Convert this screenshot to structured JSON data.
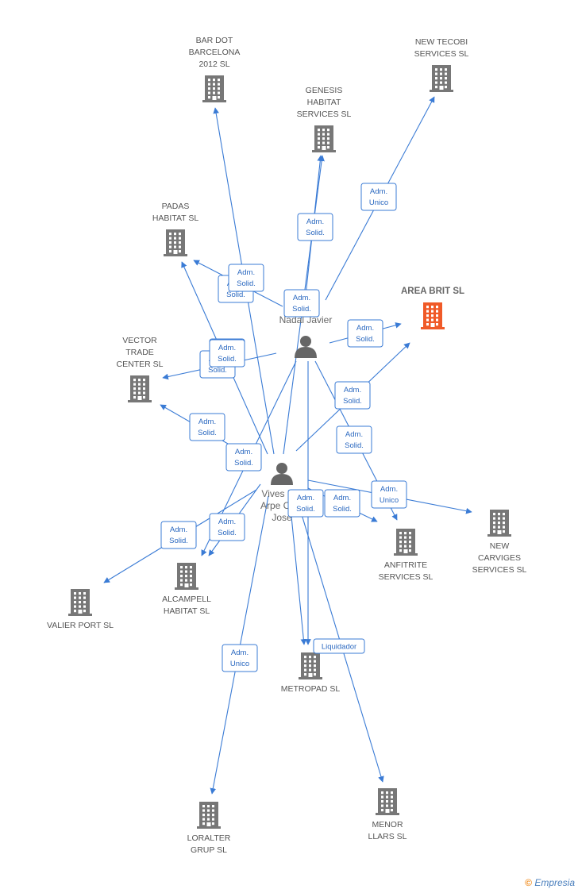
{
  "colors": {
    "edge": "#3a7bd5",
    "building": "#777777",
    "focus": "#f05a28",
    "person": "#666666"
  },
  "companies": [
    {
      "id": "bar_dot",
      "label": [
        "BAR DOT",
        "BARCELONA",
        "2012 SL"
      ],
      "focus": false
    },
    {
      "id": "new_tecobi",
      "label": [
        "NEW TECOBI",
        "SERVICES SL"
      ],
      "focus": false
    },
    {
      "id": "genesis",
      "label": [
        "GENESIS",
        "HABITAT",
        "SERVICES SL"
      ],
      "focus": false
    },
    {
      "id": "padas",
      "label": [
        "PADAS",
        "HABITAT SL"
      ],
      "focus": false
    },
    {
      "id": "area_brit",
      "label": [
        "AREA BRIT SL"
      ],
      "focus": true
    },
    {
      "id": "vector",
      "label": [
        "VECTOR",
        "TRADE",
        "CENTER SL"
      ],
      "focus": false
    },
    {
      "id": "anfitrite",
      "label": [
        "ANFITRITE",
        "SERVICES SL"
      ],
      "focus": false
    },
    {
      "id": "new_carviges",
      "label": [
        "NEW",
        "CARVIGES",
        "SERVICES SL"
      ],
      "focus": false
    },
    {
      "id": "alcampell",
      "label": [
        "ALCAMPELL",
        "HABITAT SL"
      ],
      "focus": false
    },
    {
      "id": "valier",
      "label": [
        "VALIER PORT SL"
      ],
      "focus": false
    },
    {
      "id": "metropad",
      "label": [
        "METROPAD SL"
      ],
      "focus": false
    },
    {
      "id": "loralter",
      "label": [
        "LORALTER",
        "GRUP SL"
      ],
      "focus": false
    },
    {
      "id": "menor",
      "label": [
        "MENOR",
        "LLARS SL"
      ],
      "focus": false
    }
  ],
  "persons": [
    {
      "id": "nadal",
      "label": [
        "Nadal Javier"
      ]
    },
    {
      "id": "vives",
      "label": [
        "Vives D...",
        "Arpe Ca...",
        "Jose"
      ]
    }
  ],
  "edges": [
    {
      "from": "nadal",
      "to": "new_tecobi",
      "label": [
        "Adm.",
        "Unico"
      ]
    },
    {
      "from": "nadal",
      "to": "genesis",
      "label": [
        "Adm.",
        "Solid."
      ]
    },
    {
      "from": "nadal",
      "to": "padas",
      "label": [
        "Adm.",
        "Solid."
      ]
    },
    {
      "from": "nadal",
      "to": "area_brit",
      "label": [
        "Adm.",
        "Solid."
      ]
    },
    {
      "from": "nadal",
      "to": "vector",
      "label": [
        "Adm.",
        "Solid."
      ]
    },
    {
      "from": "nadal",
      "to": "anfitrite",
      "label": [
        "Adm.",
        "Solid."
      ]
    },
    {
      "from": "nadal",
      "to": "metropad",
      "label": [
        "Adm.",
        "Solid."
      ]
    },
    {
      "from": "nadal",
      "to": "alcampell",
      "label": [
        "Adm.",
        "Solid."
      ]
    },
    {
      "from": "vives",
      "to": "bar_dot",
      "label": [
        "Adm.",
        "Solid."
      ]
    },
    {
      "from": "vives",
      "to": "genesis",
      "label": [
        "Adm.",
        "Solid."
      ]
    },
    {
      "from": "vives",
      "to": "padas",
      "label": [
        "Adm.",
        "Solid."
      ]
    },
    {
      "from": "vives",
      "to": "area_brit",
      "label": [
        "Adm.",
        "Solid."
      ]
    },
    {
      "from": "vives",
      "to": "vector",
      "label": [
        "Adm.",
        "Solid."
      ]
    },
    {
      "from": "vives",
      "to": "new_carviges",
      "label": [
        "Adm.",
        "Unico"
      ]
    },
    {
      "from": "vives",
      "to": "anfitrite",
      "label": [
        "Adm.",
        "Solid."
      ]
    },
    {
      "from": "vives",
      "to": "alcampell",
      "label": [
        "Adm.",
        "Solid."
      ]
    },
    {
      "from": "vives",
      "to": "valier",
      "label": [
        "Adm.",
        "Solid."
      ]
    },
    {
      "from": "vives",
      "to": "metropad",
      "label": [
        "Liquidador"
      ]
    },
    {
      "from": "vives",
      "to": "loralter",
      "label": [
        "Adm.",
        "Unico"
      ]
    },
    {
      "from": "vives",
      "to": "menor",
      "label": [
        "Adm.",
        "Solid."
      ]
    }
  ],
  "brand": {
    "copyright": "©",
    "name": "Empresia"
  }
}
